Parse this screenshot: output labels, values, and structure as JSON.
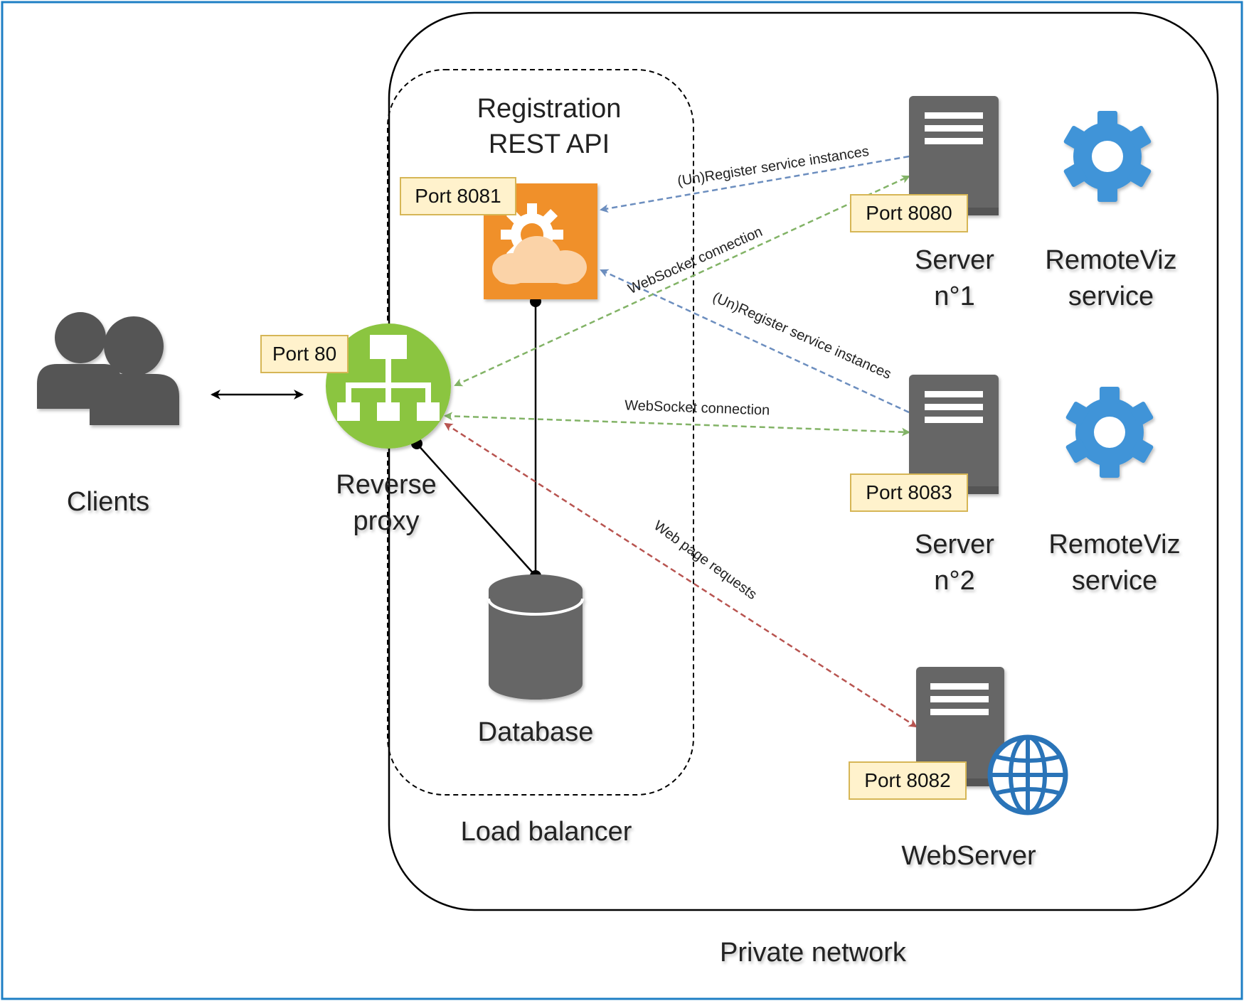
{
  "colors": {
    "frame": "#1e7fc4",
    "orange": "#f0902a",
    "green": "#8bc53f",
    "server": "#666666",
    "gear_blue": "#3f94d8",
    "globe_blue": "#2a74b8",
    "port_fill": "#fff2cc",
    "port_stroke": "#d6b656",
    "register_line": "#6c8ebf",
    "websocket_line": "#82b366",
    "web_line": "#b85450"
  },
  "icons": {
    "clients": "users-icon",
    "proxy": "sitemap-icon",
    "rest_api": "cloud-gear-icon",
    "server": "server-icon",
    "service": "gear-icon",
    "database": "database-icon",
    "web": "globe-icon"
  },
  "labels": {
    "clients": "Clients",
    "reverse_proxy": "Reverse proxy",
    "registration": "Registration REST API",
    "database": "Database",
    "load_balancer": "Load balancer",
    "private_network": "Private network",
    "server1": "Server n°1",
    "server2": "Server n°2",
    "service1": "RemoteViz service",
    "service2": "RemoteViz service",
    "webserver": "WebServer"
  },
  "ports": {
    "proxy": "Port 80",
    "rest_api": "Port 8081",
    "server1": "Port 8080",
    "server2": "Port 8083",
    "webserver": "Port 8082"
  },
  "edges": {
    "register_1": "(Un)Register service instances",
    "register_2": "(Un)Register service instances",
    "websocket_1": "WebSocket connection",
    "websocket_2": "WebSocket connection",
    "web_requests": "Web page requests"
  }
}
